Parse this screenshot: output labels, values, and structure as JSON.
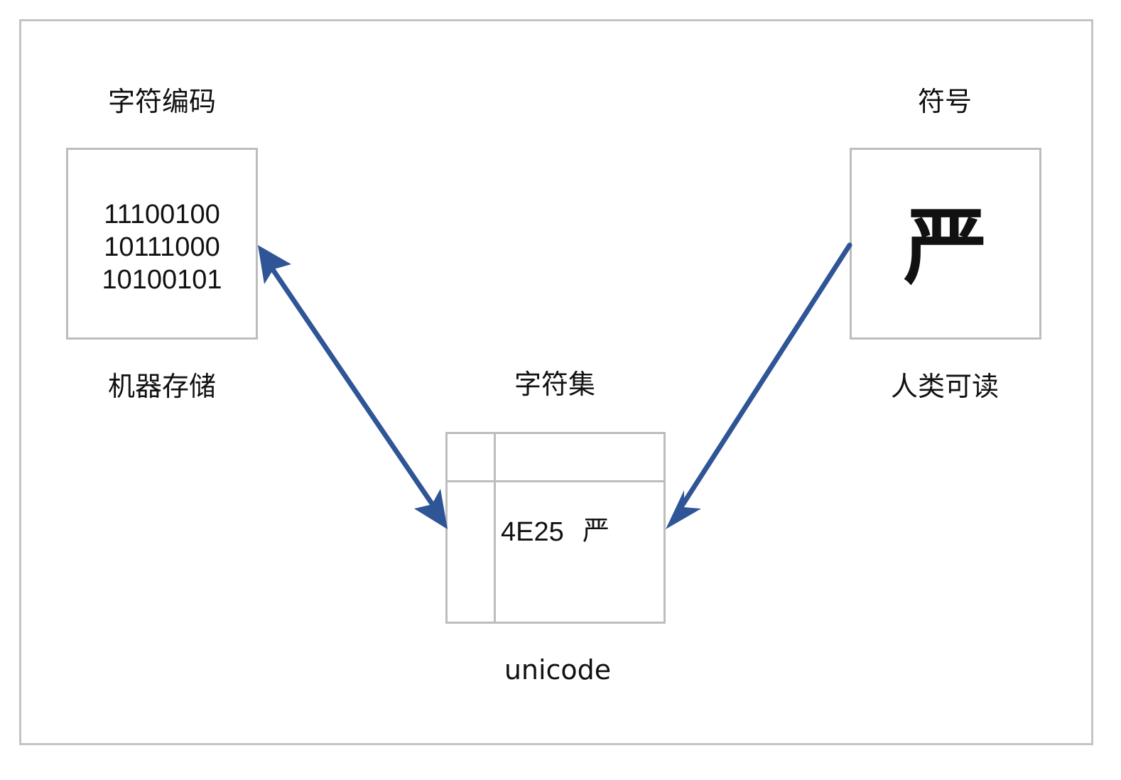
{
  "diagram": {
    "left_node": {
      "title": "字符编码",
      "lines": [
        "11100100",
        "10111000",
        "10100101"
      ],
      "caption": "机器存储"
    },
    "right_node": {
      "title": "符号",
      "glyph": "严",
      "caption": "人类可读"
    },
    "center_node": {
      "title": "字符集",
      "entry_code": "4E25",
      "entry_char": "严",
      "caption": "unicode"
    },
    "colors": {
      "arrow": "#2f5597",
      "box_border": "#bdbdbd",
      "frame_border": "#c4c4c4"
    }
  }
}
